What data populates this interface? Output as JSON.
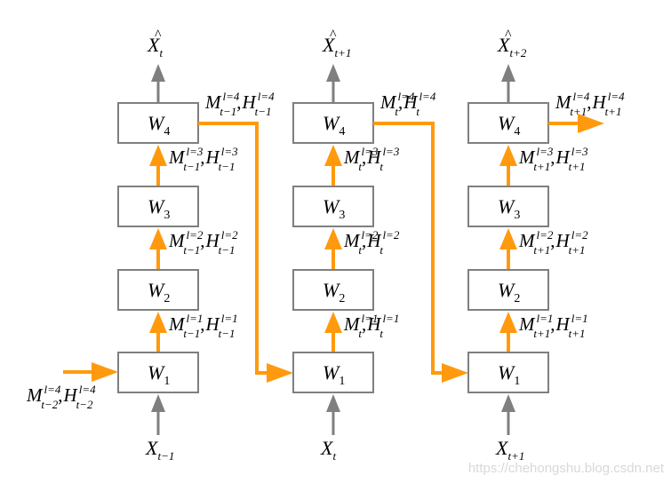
{
  "diagram": {
    "columns": [
      {
        "id": "t-1",
        "output": {
          "base": "X",
          "hat": "^",
          "sub": "t"
        },
        "input": {
          "base": "X",
          "sub": "t−1"
        },
        "boxes": [
          {
            "base": "W",
            "sub": "1"
          },
          {
            "base": "W",
            "sub": "2"
          },
          {
            "base": "W",
            "sub": "3"
          },
          {
            "base": "W",
            "sub": "4"
          }
        ],
        "state_labels": [
          {
            "m": "M",
            "h": "H",
            "sup": "l=1",
            "sub": "t−1"
          },
          {
            "m": "M",
            "h": "H",
            "sup": "l=2",
            "sub": "t−1"
          },
          {
            "m": "M",
            "h": "H",
            "sup": "l=3",
            "sub": "t−1"
          },
          {
            "m": "M",
            "h": "H",
            "sup": "l=4",
            "sub": "t−1"
          }
        ]
      },
      {
        "id": "t",
        "output": {
          "base": "X",
          "hat": "^",
          "sub": "t+1"
        },
        "input": {
          "base": "X",
          "sub": "t"
        },
        "boxes": [
          {
            "base": "W",
            "sub": "1"
          },
          {
            "base": "W",
            "sub": "2"
          },
          {
            "base": "W",
            "sub": "3"
          },
          {
            "base": "W",
            "sub": "4"
          }
        ],
        "state_labels": [
          {
            "m": "M",
            "h": "H",
            "sup": "l=1",
            "sub": "t"
          },
          {
            "m": "M",
            "h": "H",
            "sup": "l=2",
            "sub": "t"
          },
          {
            "m": "M",
            "h": "H",
            "sup": "l=3",
            "sub": "t"
          },
          {
            "m": "M",
            "h": "H",
            "sup": "l=4",
            "sub": "t"
          }
        ]
      },
      {
        "id": "t+1",
        "output": {
          "base": "X",
          "hat": "^",
          "sub": "t+2"
        },
        "input": {
          "base": "X",
          "sub": "t+1"
        },
        "boxes": [
          {
            "base": "W",
            "sub": "1"
          },
          {
            "base": "W",
            "sub": "2"
          },
          {
            "base": "W",
            "sub": "3"
          },
          {
            "base": "W",
            "sub": "4"
          }
        ],
        "state_labels": [
          {
            "m": "M",
            "h": "H",
            "sup": "l=1",
            "sub": "t+1"
          },
          {
            "m": "M",
            "h": "H",
            "sup": "l=2",
            "sub": "t+1"
          },
          {
            "m": "M",
            "h": "H",
            "sup": "l=3",
            "sub": "t+1"
          },
          {
            "m": "M",
            "h": "H",
            "sup": "l=4",
            "sub": "t+1"
          }
        ]
      }
    ],
    "initial_state": {
      "m": "M",
      "h": "H",
      "sup": "l=4",
      "sub": "t−2"
    },
    "colors": {
      "state_flow": "#ff9a0e",
      "io_flow": "#7f7f7f",
      "box_border": "#7f7f7f"
    }
  },
  "watermark": "https://chehongshu.blog.csdn.net"
}
